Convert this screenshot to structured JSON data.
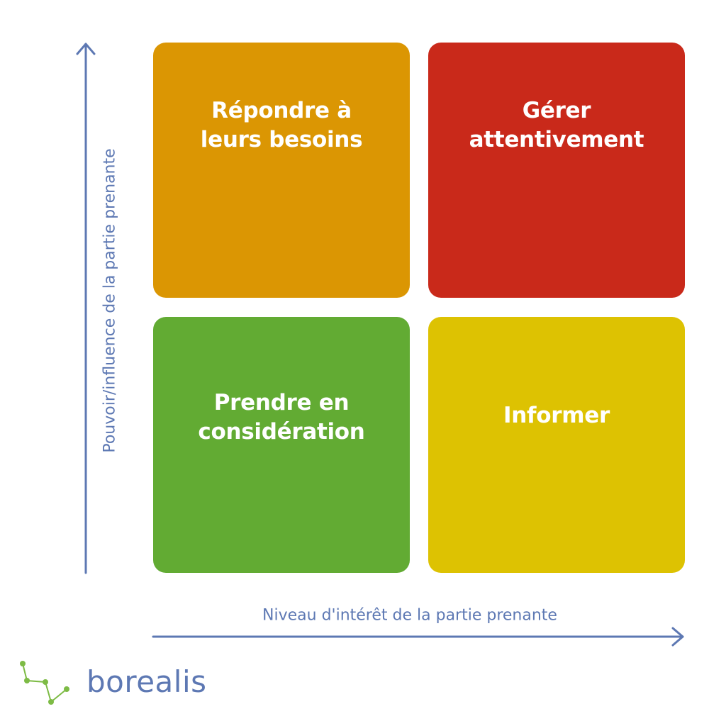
{
  "colors": {
    "top_left": "#DB9603",
    "top_right": "#C9291A",
    "bottom_left": "#62AB33",
    "bottom_right": "#DDC202",
    "axis": "#5D78B3",
    "logo_text": "#5D78B3",
    "logo_mark": "#7DBB45"
  },
  "quadrants": {
    "top_left": "Répondre à\nleurs besoins",
    "top_right": "Gérer\nattentivement",
    "bottom_left": "Prendre en\nconsidération",
    "bottom_right": "Informer"
  },
  "axes": {
    "y_label": "Pouvoir/influence de la partie prenante",
    "x_label": "Niveau d'intérêt de la partie prenante"
  },
  "brand": {
    "name": "borealis",
    "icon": "constellation-icon"
  }
}
